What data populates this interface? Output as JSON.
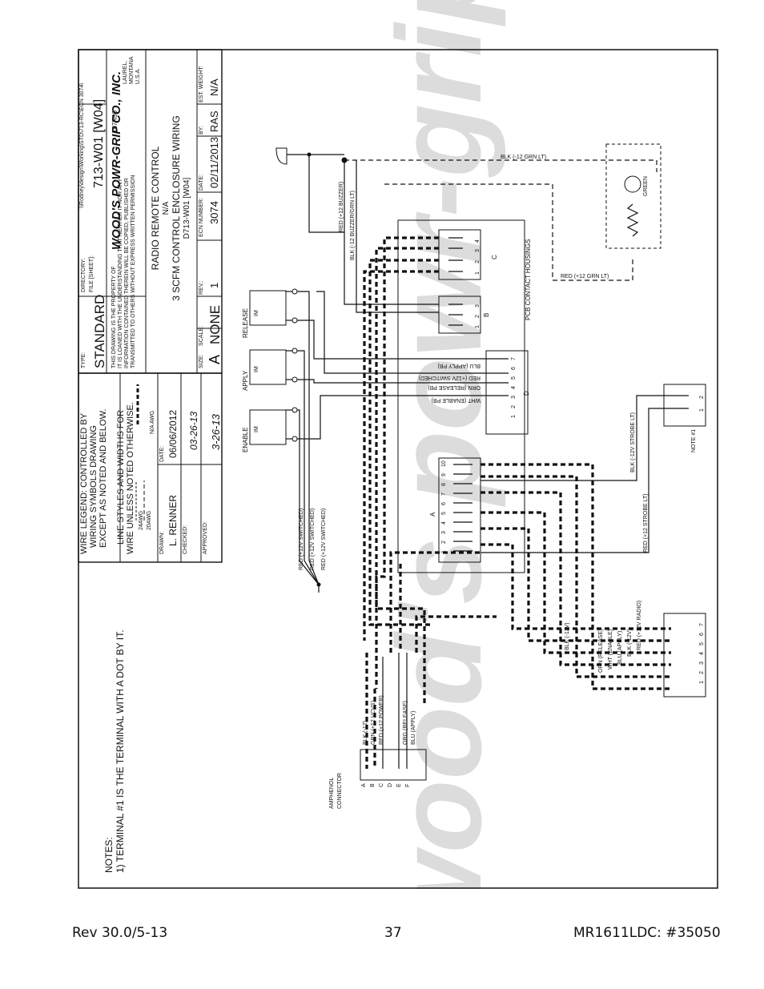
{
  "file_path": "\\\\Rodney\\design\\Working\\STD\\713-RC\\ECN 3074\\",
  "page_id": "107R06",
  "title_block": {
    "directory_label": "DIRECTORY:",
    "file_label": "FILE [SHEET]:",
    "type_label": "TYPE:",
    "type_value": "STANDARD",
    "drawing_number": "713-W01 [W04]",
    "property_notice": [
      "THIS DRAWING IS THE PROPERTY OF",
      "IT IS LOANED WITH THE UNDERSTANDING THAT NEITHER IT NOR ANY",
      "INFORMATION CONTAINED THEREIN WILL BE COPIED, PUBLISHED OR",
      "TRANSMITTED TO OTHERS WITHOUT EXPRESS WRITTEN PERMISSION"
    ],
    "company": "WOOD'S POWR-GRIP CO., INC.",
    "location": [
      "LAUREL,",
      "MONTANA",
      "U.S.A."
    ],
    "title_lines": [
      "RADIO REMOTE CONTROL",
      "N/A",
      "3 SCFM CONTROL ENCLOSURE WIRING",
      "D713-W01 [W04]"
    ],
    "size_label": "SIZE:",
    "size_value": "A",
    "scale_label": "SCALE:",
    "scale_value": "NONE",
    "rev_label": "REV.:",
    "rev_value": "1",
    "ecn_label": "ECN NUMBER:",
    "ecn_value": "3074",
    "date_label": "DATE:",
    "date_value": "02/11/2013",
    "by_label": "BY:",
    "by_value": "RAS",
    "weight_label": "EST. WEIGHT:",
    "weight_value": "N/A"
  },
  "legend": {
    "lines": [
      "WIRE LEGEND: CONTROLLED BY",
      "WIRING SYMBOLS DRAWING",
      "EXCEPT AS NOTED AND BELOW."
    ],
    "line_styles": [
      "LINE STYLES AND WIDTHS FOR",
      "WIRE UNLESS NOTED OTHERWISE."
    ],
    "awg": [
      "24AWG",
      "20AWG",
      "N/A AWG"
    ],
    "drawn_label": "DRAWN:",
    "drawn_value": "L. RENNER",
    "date_label": "DATE:",
    "drawn_date": "06/06/2012",
    "checked_label": "CHECKED:",
    "checked_date": "03-26-13",
    "approved_label": "APPROVED:",
    "approved_date": "3-26-13"
  },
  "notes": {
    "heading": "NOTES:",
    "items": [
      "1)  TERMINAL #1 IS THE TERMINAL WITH A DOT BY IT."
    ]
  },
  "diagram": {
    "switches": [
      {
        "name": "RELEASE",
        "tag": "IM"
      },
      {
        "name": "APPLY",
        "tag": "IM"
      },
      {
        "name": "ENABLE",
        "tag": "IM"
      }
    ],
    "red_wires": [
      "RED (+12V SWITCHED)",
      "RED (+12V SWITCHED)",
      "RED (+12V SWITCHED)"
    ],
    "pcb_label": "PCB CONTACT HOUSINGS",
    "connector_a": {
      "label": "A",
      "pins": [
        "1",
        "2",
        "3",
        "4",
        "5",
        "6",
        "7",
        "8",
        "9",
        "10"
      ]
    },
    "connector_b": {
      "label": "B",
      "pins": [
        "1",
        "2",
        "3"
      ]
    },
    "connector_c": {
      "label": "C",
      "pins": [
        "1",
        "2",
        "3",
        "4"
      ]
    },
    "connector_d": {
      "label": "D",
      "pins": [
        "1",
        "2",
        "3",
        "4",
        "5",
        "6",
        "7"
      ]
    },
    "d_wires": [
      "BLU (APPLY PB)",
      "RED (+12V SWITCHED)",
      "ORN (RELEASE PB)",
      "WHT (ENABLE PB)"
    ],
    "buzzer_wires": [
      "RED (+12 BUZZER)",
      "BLK (-12 BUZZER/GRN LT)"
    ],
    "light": {
      "label": "GREEN",
      "wire_top": "BLK (-12 GRN LT)",
      "wire_bottom": "RED (+12 GRN LT)"
    },
    "strobe": {
      "pins": [
        "1",
        "2"
      ],
      "wires": [
        "BLK (-12V STROBE LT)",
        "RED (+12 STROBE LT)"
      ],
      "note": "NOTE #1"
    },
    "radio": {
      "pins": [
        "1",
        "2",
        "3",
        "4",
        "5",
        "6",
        "7"
      ],
      "wires": [
        "ORN (RELEASE)",
        "WHT (ENABLE)",
        "BLU (APPLY)",
        "BLK (-12V)",
        "RED (+12V RADIO)"
      ]
    },
    "blk_label": "BLK (-12V)",
    "amphenol": {
      "label": [
        "AMPHENOL",
        "CONNECTOR"
      ],
      "pins": [
        "A",
        "B",
        "C",
        "D",
        "E",
        "F"
      ],
      "wires": [
        "BLK (-12)",
        "GRN (+12 VCVS)",
        "RED (+12 POWER)",
        "ORG (RELEASE)",
        "BLU (APPLY)"
      ]
    }
  },
  "watermark": "wood's powr-grip",
  "footer": {
    "left": "Rev 30.0/5-13",
    "center": "37",
    "right": "MR1611LDC: #35050"
  }
}
